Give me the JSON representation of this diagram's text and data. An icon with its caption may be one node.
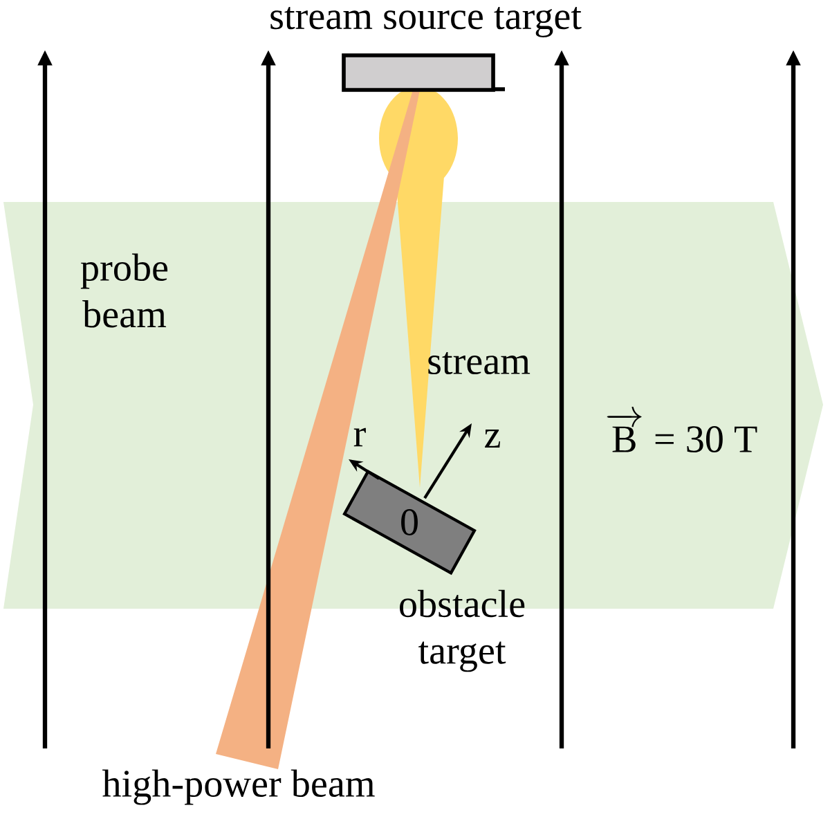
{
  "diagram": {
    "nodes": [
      {
        "text": [
          "stream source target"
        ]
      },
      {
        "text": [
          "probe beam"
        ]
      },
      {
        "text": [
          "0"
        ],
        "beside": [
          "obstacle target"
        ],
        "in": 1
      }
    ],
    "labels": [
      "stream",
      "r",
      "z",
      "\\overrightarrow{\\text{B}}\\text{ = 30 T}",
      "high-power beam"
    ]
  }
}
